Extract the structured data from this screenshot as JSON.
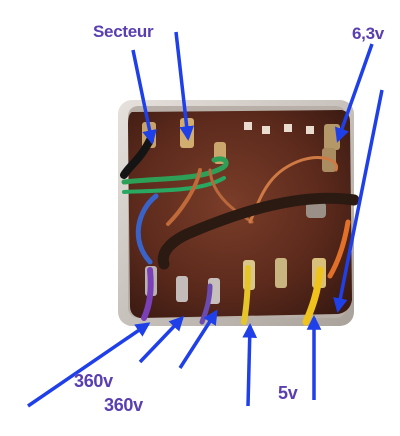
{
  "labels": {
    "secteur": "Secteur",
    "six_three_volt": "6,3v",
    "hv_left": "360v",
    "hv_right": "360v",
    "five_volt": "5v"
  },
  "colors": {
    "arrow": "#1f3fe8",
    "label": "#5a3fb0",
    "bakelite": "#5a2a1c",
    "frame": "#c9c2bb"
  }
}
